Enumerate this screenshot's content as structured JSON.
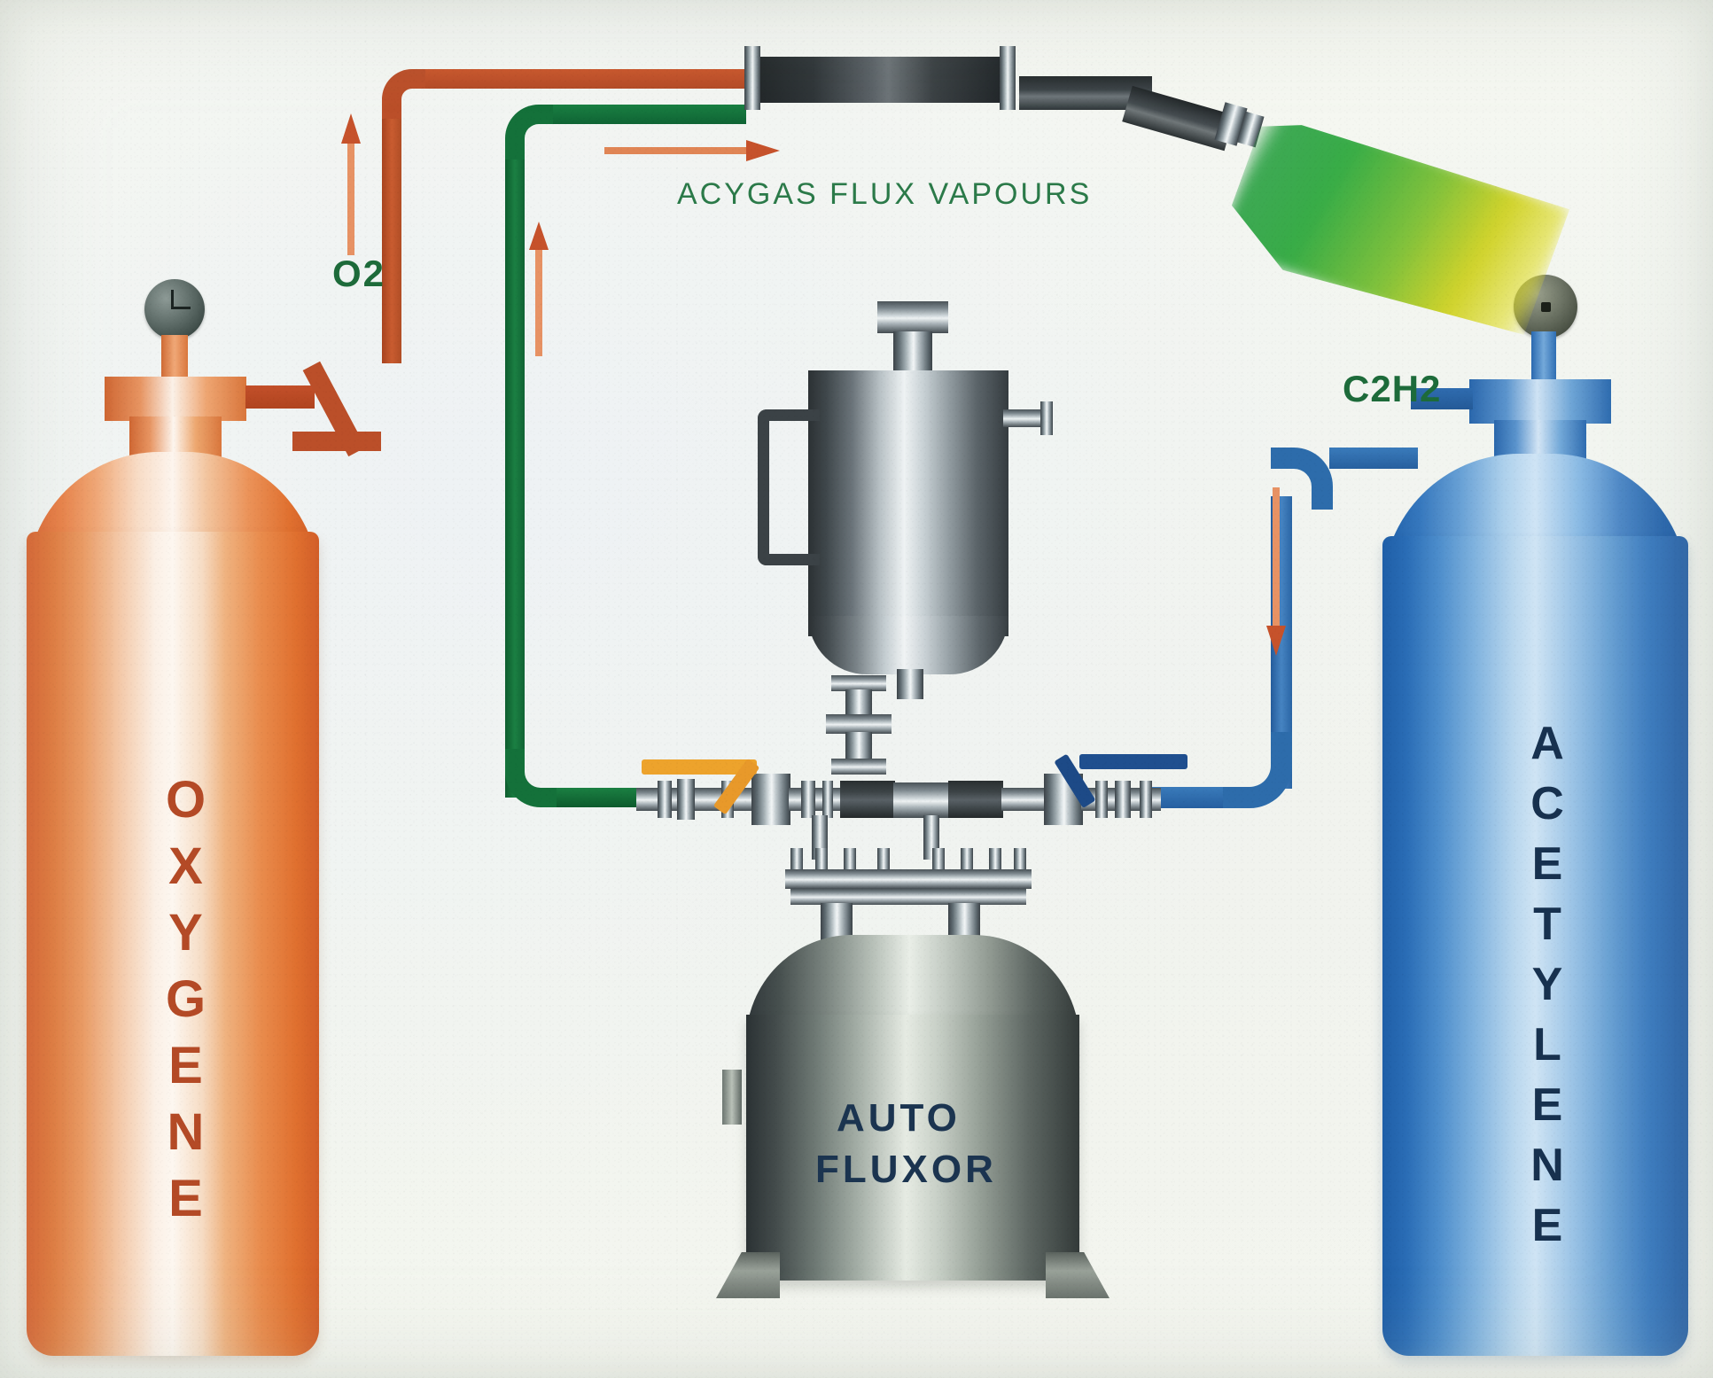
{
  "diagram": {
    "title": "Acygas Auto Fluxor gas welding setup",
    "background_color": "#f4f6f0"
  },
  "labels": {
    "oxygen_cylinder": "OXYGENE",
    "acetylene_cylinder": "ACETYLENE",
    "oxygen_gas": "O2",
    "acetylene_gas": "C2H2",
    "vapour_line": "ACYGAS FLUX VAPOURS",
    "fluxor_line1": "AUTO",
    "fluxor_line2": "FLUXOR"
  },
  "colors": {
    "oxygen_red_hose": "#c0502a",
    "acygas_green_hose": "#14713a",
    "acetylene_blue_hose": "#2d6cab",
    "flow_arrow": "#d2582c",
    "green_text": "#1d6b3a",
    "navy_text": "#17314f",
    "oxygen_label_text": "#b44a26",
    "orange_valve_handle": "#eda32c",
    "blue_valve_handle": "#1f4f8f",
    "flame_inner": "#2ea03c",
    "flame_outer": "#d6d218",
    "steel_light": "#eef2f3",
    "steel_dark": "#3b4247"
  },
  "components": [
    {
      "name": "oxygen-cylinder",
      "gas": "OXYGENE",
      "symbol": "O2",
      "color": "#d9622e"
    },
    {
      "name": "acetylene-cylinder",
      "gas": "ACETYLENE",
      "symbol": "C2H2",
      "color": "#1f5fa8"
    },
    {
      "name": "auto-fluxor-tank",
      "label": "AUTO FLUXOR"
    },
    {
      "name": "flux-vaporiser-vessel",
      "label": ""
    },
    {
      "name": "mixing-chamber",
      "label": ""
    },
    {
      "name": "welding-torch",
      "label": ""
    },
    {
      "name": "manifold-valve-oxygen",
      "handle_color": "#eda32c"
    },
    {
      "name": "manifold-valve-acetylene",
      "handle_color": "#1f4f8f"
    }
  ],
  "flow_arrows": [
    {
      "name": "oxygen-riser-arrow",
      "direction": "up"
    },
    {
      "name": "acygas-riser-arrow",
      "direction": "up"
    },
    {
      "name": "mixer-inlet-arrow",
      "direction": "right"
    },
    {
      "name": "acetylene-downcomer-arrow",
      "direction": "down"
    }
  ]
}
